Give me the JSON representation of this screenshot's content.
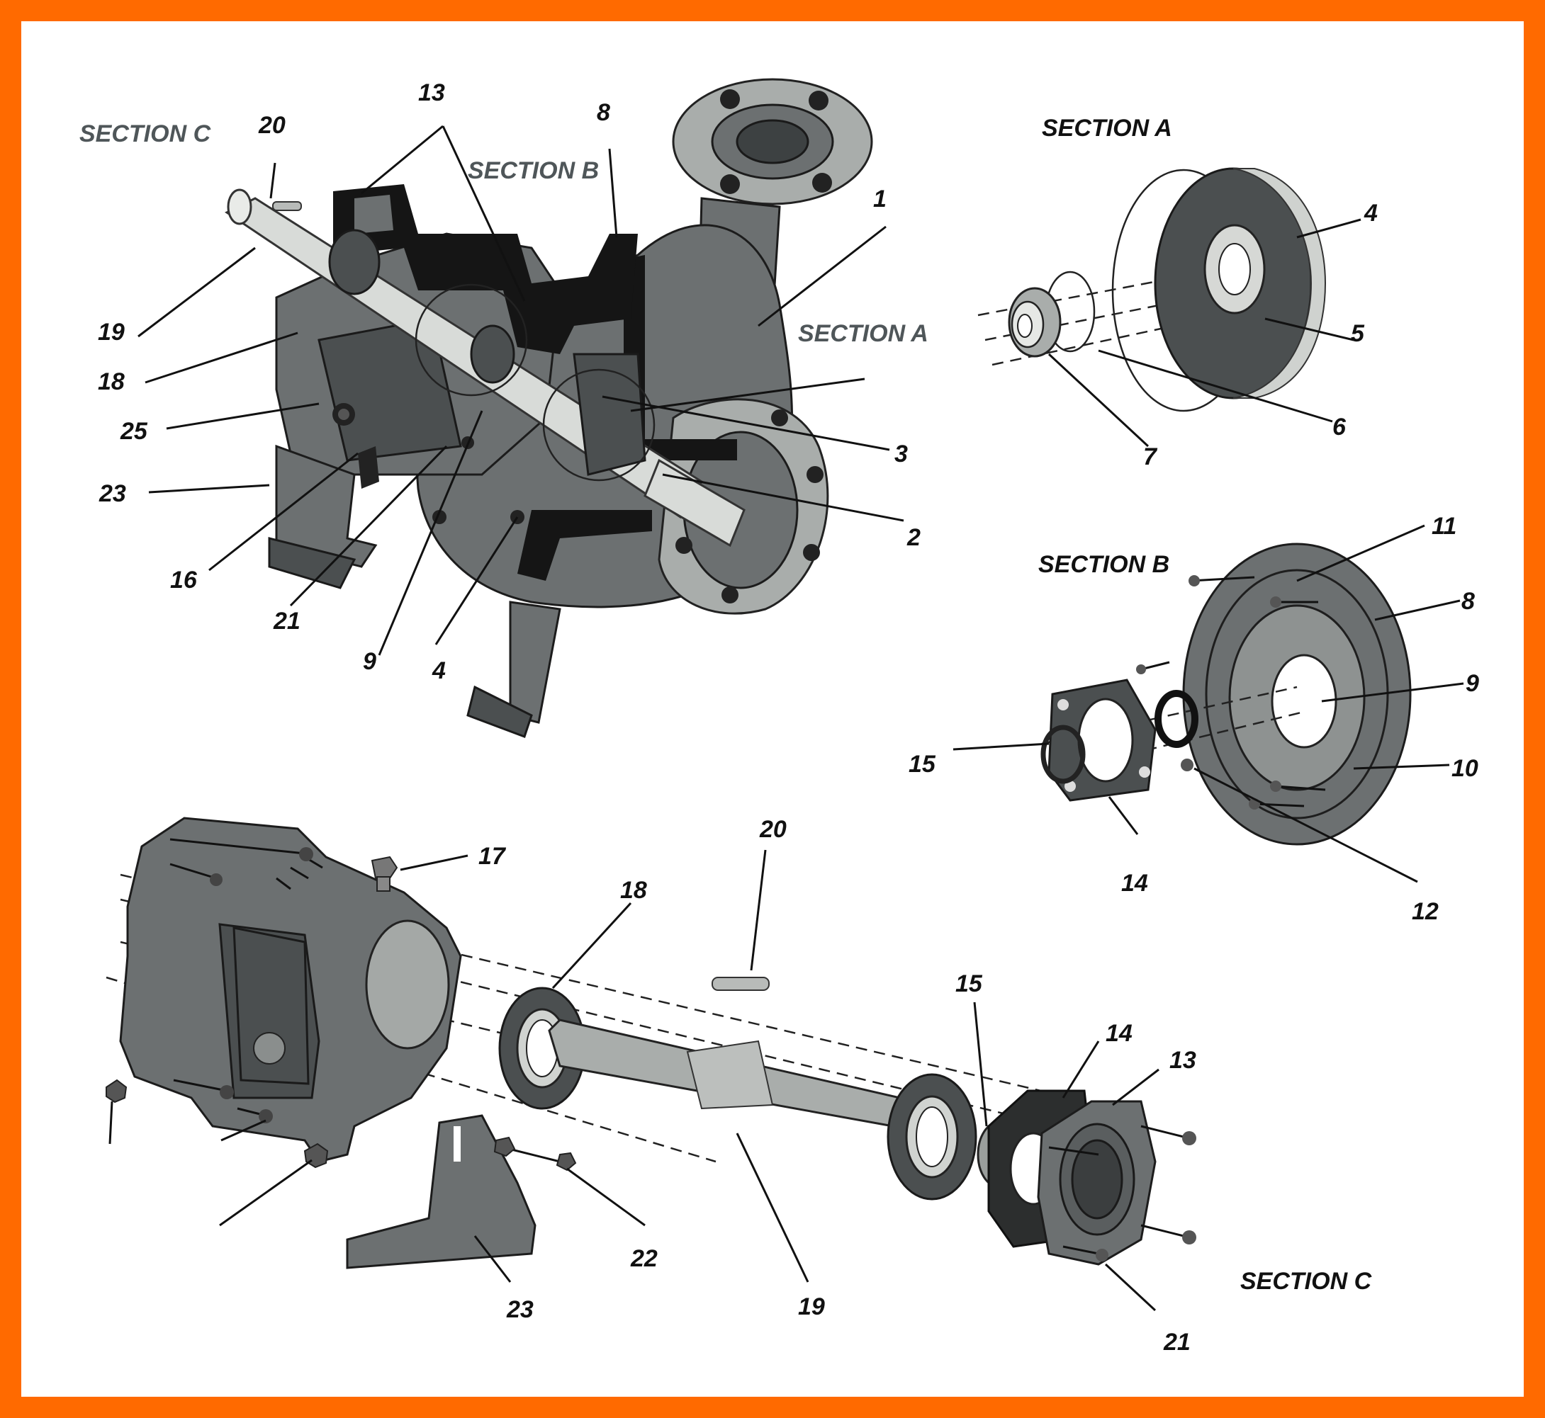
{
  "colors": {
    "border": "#FF6A00",
    "background": "#FFFFFF",
    "label": "#111111",
    "section_label_grey": "#4F5659",
    "part_mid": "#6C7071",
    "part_dark": "#4B4F50",
    "part_light": "#A9ADAB"
  },
  "section_labels": {
    "assembly_section_c": "SECTION C",
    "assembly_section_b": "SECTION B",
    "assembly_section_a": "SECTION A",
    "section_a_title": "SECTION A",
    "section_b_title": "SECTION B",
    "section_c_title": "SECTION C"
  },
  "assembly_callouts": {
    "c13": "13",
    "c20": "20",
    "c8": "8",
    "c1": "1",
    "c19": "19",
    "c18": "18",
    "c25": "25",
    "c23": "23",
    "c16": "16",
    "c21": "21",
    "c9": "9",
    "c4": "4",
    "c2": "2",
    "c3": "3"
  },
  "section_a_callouts": {
    "c4": "4",
    "c5": "5",
    "c6": "6",
    "c7": "7"
  },
  "section_b_callouts": {
    "c11": "11",
    "c8": "8",
    "c9": "9",
    "c10": "10",
    "c15": "15",
    "c14": "14",
    "c12": "12"
  },
  "section_c_callouts": {
    "c17": "17",
    "c18": "18",
    "c20": "20",
    "c15": "15",
    "c14": "14",
    "c13": "13",
    "c22": "22",
    "c23": "23",
    "c19": "19",
    "c21": "21"
  },
  "icons": {
    "pump_assembly": "pump-cutaway-icon",
    "impeller_parts": "impeller-exploded-icon",
    "seal_parts": "seal-exploded-icon",
    "bearing_frame": "bearing-frame-exploded-icon"
  }
}
